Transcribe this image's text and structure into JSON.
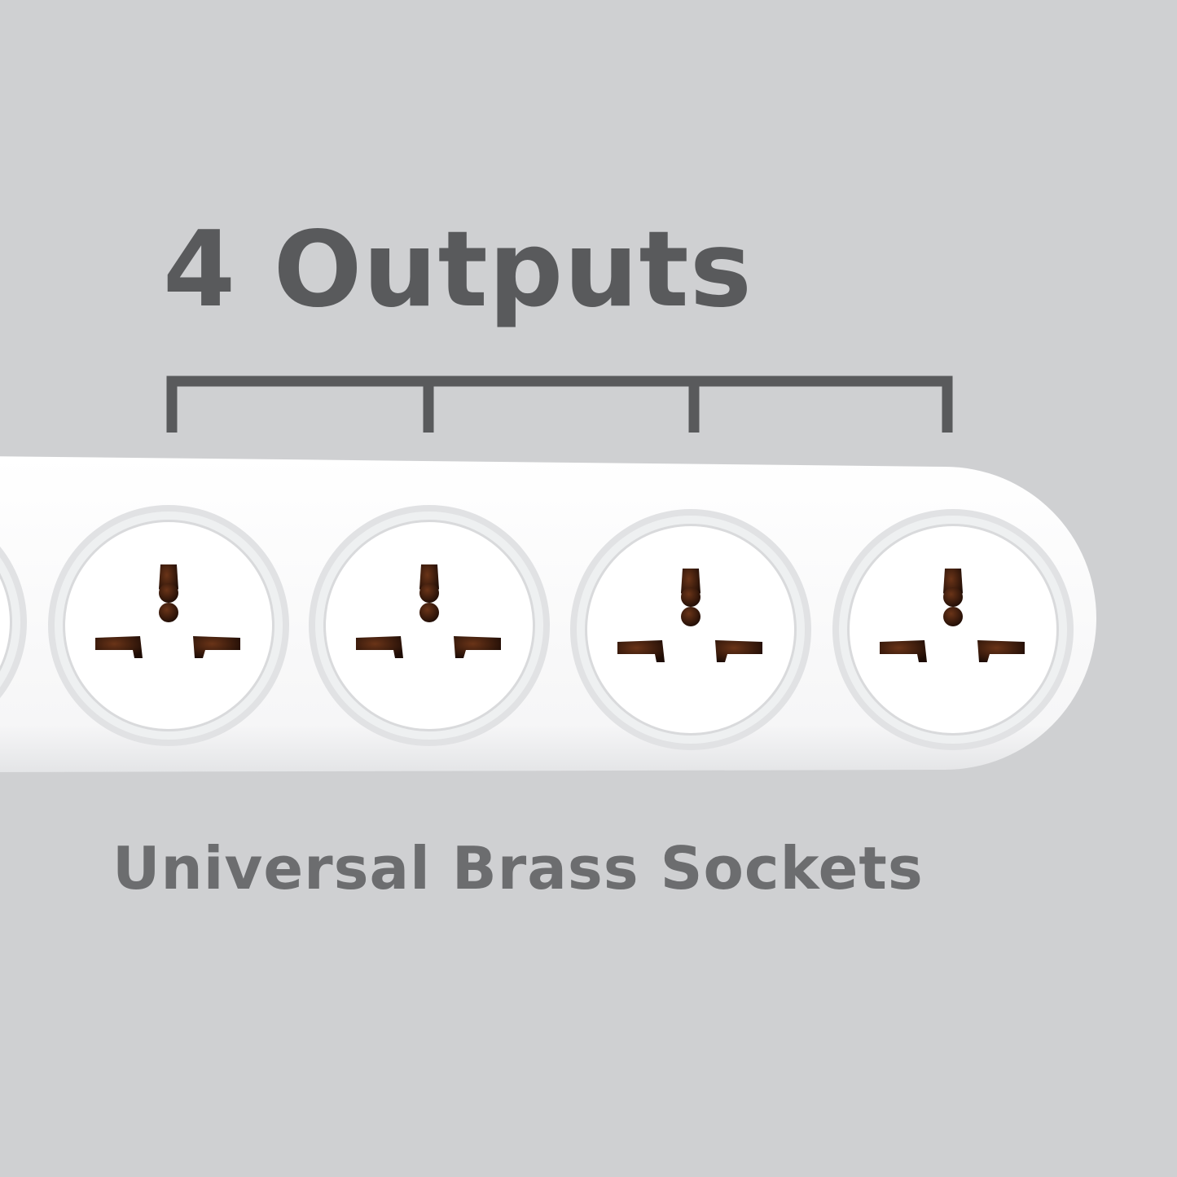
{
  "headline": "4 Outputs",
  "subline": "Universal Brass Sockets",
  "colors": {
    "background": "#cfd0d2",
    "text": "#595a5c",
    "subtext": "#6c6d6f",
    "strip": "#fafafa",
    "socket_ring": "#e0e1e3",
    "socket_face": "#ffffff",
    "pin_hole": "#2a1208"
  },
  "socket_count": 4,
  "icons": [
    "bracket-marker",
    "power-strip",
    "universal-socket"
  ]
}
